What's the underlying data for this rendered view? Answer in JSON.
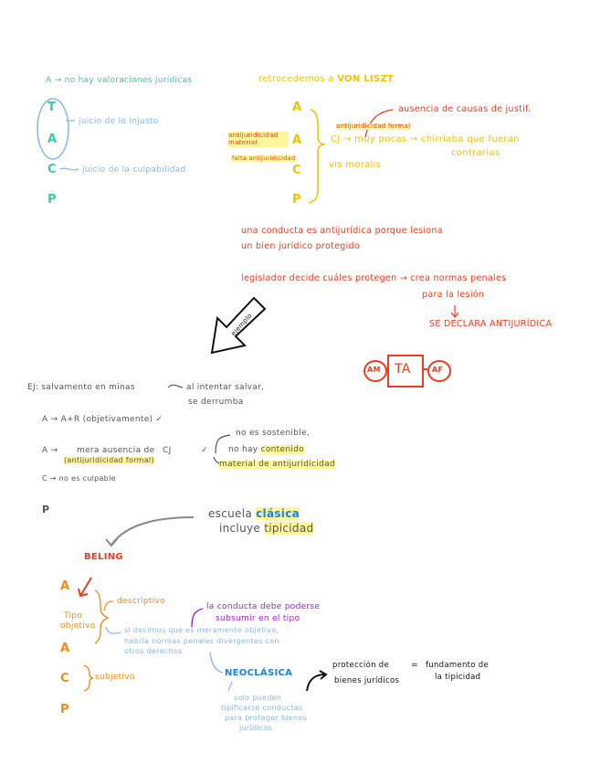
{
  "top_left": {
    "a_line": "A → no hay valoraciones jurídicas",
    "t": "T",
    "a": "A",
    "injusto": "juicio de lo injusto",
    "c": "C",
    "culpabilidad": "juicio de la culpabilidad",
    "p": "P"
  },
  "top_right": {
    "heading": "retrocedemos a",
    "heading_name": "VON LISZT",
    "a1": "A",
    "a2": "A",
    "c": "C",
    "p": "P",
    "antij_material": "antijuridicidad material",
    "falta_antij": "falta antijuridicidad",
    "antij_formal": "antijuridicidad formal",
    "ausencia": "ausencia de causas de justif.",
    "cj_line": "CJ → muy pocas → chirriaba que fueran",
    "contrarias": "contrarias",
    "vis_moralis": "vis moralis"
  },
  "middle": {
    "conducta1": "una conducta es antijurídica porque lesiona",
    "conducta2": "un bien jurídico protegido",
    "legislador": "legislador decide cuáles protegen → crea normas penales",
    "para_lesion": "para la lesión",
    "declara": "SE DECLARA ANTIJURÍDICA",
    "ejemplo": "ejemplo",
    "am": "AM",
    "ta": "TA",
    "af": "AF"
  },
  "example": {
    "ej1": "EJ: salvamento en minas",
    "ej1b": "al intentar salvar,",
    "ej2": "se derrumba",
    "a_line": "A → A+R (objetivamente) ✓",
    "a2_prefix": "A →",
    "mera": "mera ausencia de",
    "cj": "CJ",
    "antij_formal": "(antijuridicidad formal)",
    "check": "✓",
    "no_sost": "no es sostenible,",
    "no_hay": "no hay",
    "contenido": "contenido",
    "material": "material de antijuridicidad",
    "c_line": "C → no es culpable",
    "p": "P",
    "escuela": "escuela",
    "clasica": "clásica",
    "incluye": "incluye",
    "tipicidad": "tipicidad"
  },
  "beling": {
    "title": "BELING",
    "a1": "A",
    "tipo": "Tipo",
    "objetivo": "objetivo",
    "descriptivo": "descriptivo",
    "conducta": "la conducta debe poderse",
    "subsumir": "subsumir en el tipo",
    "obj1": "si decimos que es meramente objetivo,",
    "obj2": "habría normas penales divergentes con",
    "obj3": "otros derechos",
    "a2": "A",
    "c": "C",
    "subjetivo": "subjetivo",
    "p": "P",
    "neoclasica": "NEOCLÁSICA",
    "solo1": "solo pueden",
    "solo2": "tipificarse conductas",
    "solo3": "para proteger bienes",
    "solo4": "jurídicos",
    "proteccion1": "protección de",
    "proteccion2": "bienes jurídicos",
    "equals": "=",
    "fundamento1": "fundamento de",
    "fundamento2": "la tipicidad"
  }
}
